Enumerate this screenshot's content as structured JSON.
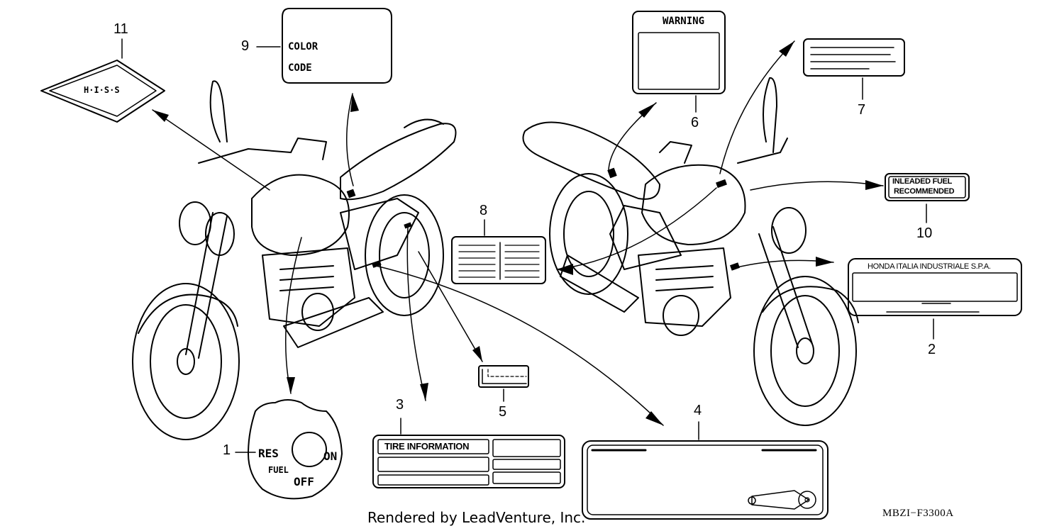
{
  "diagram": {
    "callouts": {
      "c1": "1",
      "c2": "2",
      "c3": "3",
      "c4": "4",
      "c5": "5",
      "c6": "6",
      "c7": "7",
      "c8": "8",
      "c9": "9",
      "c10": "10",
      "c11": "11"
    },
    "labels": {
      "color": "COLOR",
      "code": "CODE",
      "warning": "WARNING",
      "unleaded_line1": "INLEADED FUEL",
      "unleaded_line2": "RECOMMENDED",
      "honda_italia": "HONDA ITALIA INDUSTRIALE S.P.A.",
      "tire_information": "TIRE INFORMATION",
      "fuel_res": "RES",
      "fuel_on": "ON",
      "fuel_fuel": "FUEL",
      "fuel_off": "OFF",
      "hiss": "H·I·S·S"
    },
    "credit": "Rendered by LeadVenture, Inc.",
    "diagram_code": "MBZI−F3300A"
  }
}
